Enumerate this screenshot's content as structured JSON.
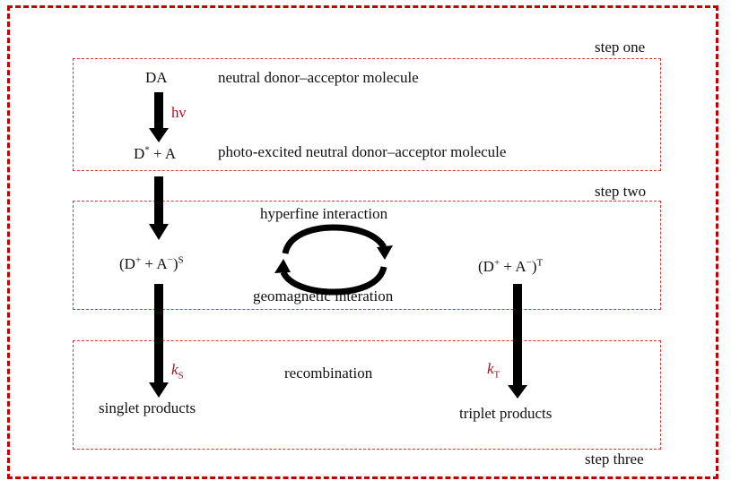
{
  "diagram": {
    "steps": [
      {
        "id": "one",
        "label": "step one"
      },
      {
        "id": "two",
        "label": "step two"
      },
      {
        "id": "three",
        "label": "step three"
      }
    ],
    "step_one": {
      "ground_state": "DA",
      "ground_state_desc": "neutral donor–acceptor molecule",
      "excitation_label": "hν",
      "excited_state_base": "D",
      "excited_state_sup": "*",
      "excited_state_rest": " + A",
      "excited_state_desc": "photo-excited neutral donor–acceptor molecule"
    },
    "step_two": {
      "singlet_pair": {
        "open": "(D",
        "plus_sup": "+",
        "mid": " + A",
        "minus_sup": "−",
        "close": ")",
        "spin": "S"
      },
      "triplet_pair": {
        "open": "(D",
        "plus_sup": "+",
        "mid": " + A",
        "minus_sup": "−",
        "close": ")",
        "spin": "T"
      },
      "top_interaction": "hyperfine interaction",
      "bottom_interaction": "geomagnetic interation"
    },
    "step_three": {
      "singlet_rate": "k",
      "singlet_rate_sub": "S",
      "triplet_rate": "k",
      "triplet_rate_sub": "T",
      "process": "recombination",
      "singlet_products": "singlet products",
      "triplet_products": "triplet products"
    },
    "colors": {
      "outer_border": "#c00000",
      "step_border": "#e03030",
      "rate_label": "#b01020",
      "arrow": "#000000"
    }
  }
}
